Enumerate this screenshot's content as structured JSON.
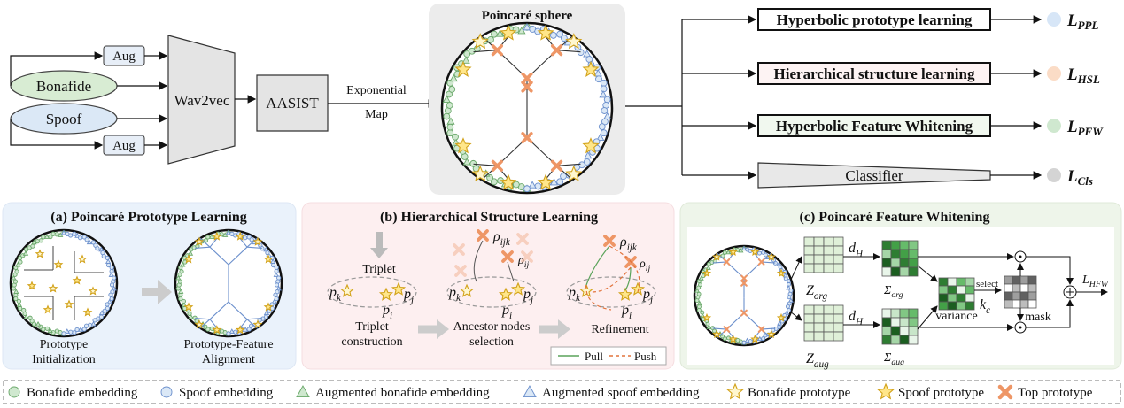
{
  "top": {
    "inputs": {
      "bonafide": "Bonafide",
      "spoof": "Spoof",
      "aug_top": "Aug",
      "aug_bottom": "Aug"
    },
    "wav2vec": "Wav2vec",
    "aasist": "AASIST",
    "exp_map_1": "Exponential",
    "exp_map_2": "Map",
    "sphere_title": "Poincaré sphere",
    "branches": [
      {
        "label": "Hyperbolic prototype learning",
        "loss_main": "L",
        "loss_sub": "PPL",
        "dot": "#d7e6f7"
      },
      {
        "label": "Hierarchical structure learning",
        "loss_main": "L",
        "loss_sub": "HSL",
        "dot": "#fbdcc6"
      },
      {
        "label": "Hyperbolic Feature Whitening",
        "loss_main": "L",
        "loss_sub": "PFW",
        "dot": "#cfe8cf"
      },
      {
        "label": "Classifier",
        "loss_main": "L",
        "loss_sub": "Cls",
        "dot": "#d4d4d4"
      }
    ]
  },
  "panel_a": {
    "title": "(a) Poincaré  Prototype Learning",
    "cap_left_1": "Prototype",
    "cap_left_2": "Initialization",
    "cap_right_1": "Prototype-Feature",
    "cap_right_2": "Alignment",
    "bg": "#eaf2fb"
  },
  "panel_b": {
    "title": "(b) Hierarchical Structure Learning",
    "triplet": "Triplet",
    "cap1_1": "Triplet",
    "cap1_2": "construction",
    "cap2_1": "Ancestor nodes",
    "cap2_2": "selection",
    "cap3": "Refinement",
    "pk": "p",
    "pk_sub": "k",
    "pi": "p",
    "pi_sub": "i",
    "pj": "p",
    "pj_sub": "j",
    "rho_ijk": "ρ",
    "rho_ijk_sub": "ijk",
    "rho_ij": "ρ",
    "rho_ij_sub": "ij",
    "legend_pull": "Pull",
    "legend_push": "Push",
    "bg": "#fdeff0"
  },
  "panel_c": {
    "title": "(c) Poincaré Feature Whitening",
    "z_org": "Z",
    "z_org_sub": "org",
    "z_aug": "Z",
    "z_aug_sub": "aug",
    "dh": "d",
    "dh_sub": "H",
    "sigma_org": "Σ",
    "sigma_org_sub": "org",
    "sigma_aug": "Σ",
    "sigma_aug_sub": "aug",
    "variance": "variance",
    "select": "select",
    "kc": "k",
    "kc_sub": "c",
    "mask": "mask",
    "lhfw": "L",
    "lhfw_sub": "HFW",
    "bg": "#eef5ea"
  },
  "legend": [
    {
      "label": "Bonafide embedding",
      "icon": "green-circle"
    },
    {
      "label": "Spoof embedding",
      "icon": "blue-circle"
    },
    {
      "label": "Augmented bonafide embedding",
      "icon": "green-triangle"
    },
    {
      "label": "Augmented spoof embedding",
      "icon": "blue-triangle"
    },
    {
      "label": "Bonafide prototype",
      "icon": "white-star"
    },
    {
      "label": "Spoof prototype",
      "icon": "yellow-star"
    },
    {
      "label": "Top prototype",
      "icon": "orange-cross"
    }
  ]
}
